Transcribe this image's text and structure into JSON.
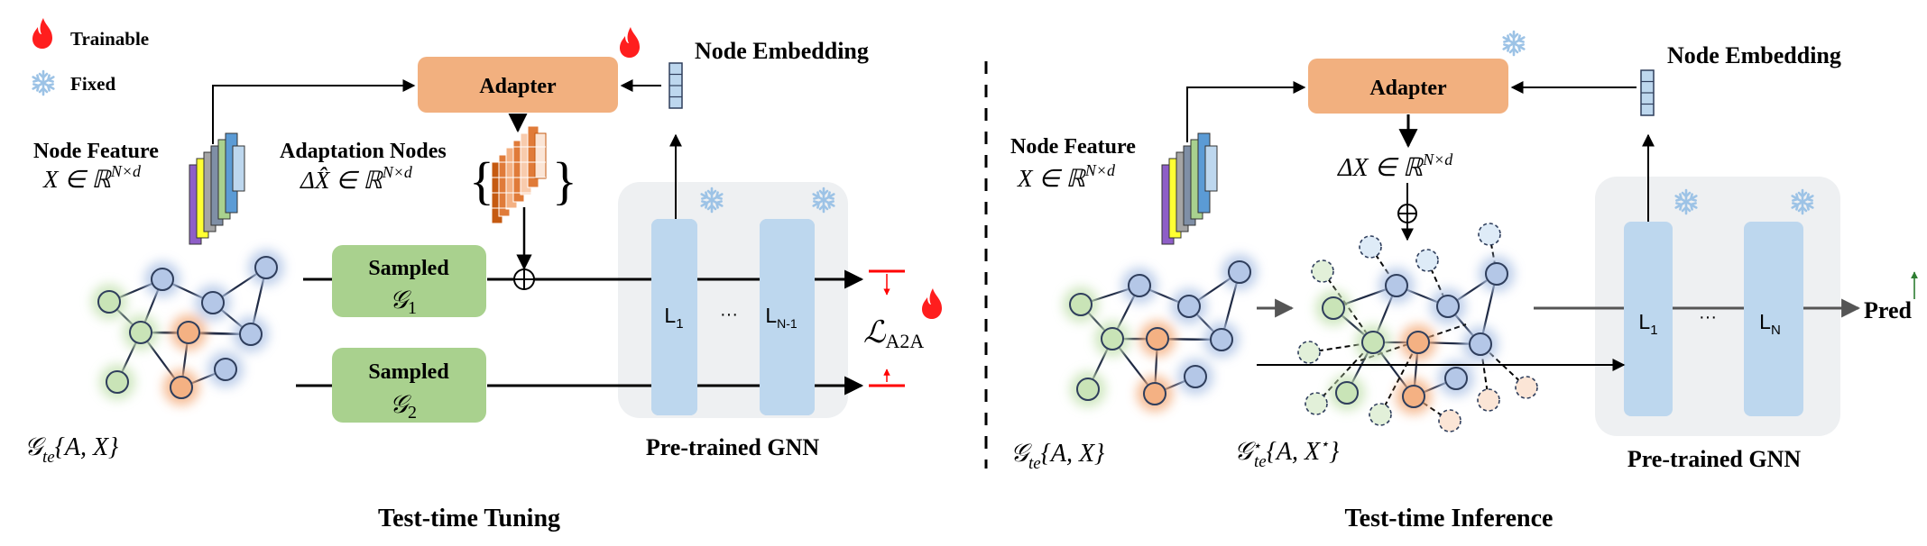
{
  "legend": {
    "trainable": "Trainable",
    "fixed": "Fixed"
  },
  "left": {
    "adapter_label": "Adapter",
    "node_embedding_label": "Node Embedding",
    "node_feature_label": "Node Feature",
    "node_feature_math": "X ∈ ℝ",
    "node_feature_sup": "N×d",
    "adaptation_nodes_label": "Adaptation Nodes",
    "adaptation_math": "ΔX̂ ∈ ℝ",
    "adaptation_sup": "N×d",
    "sampled1_label": "Sampled",
    "sampled1_math": "𝒢",
    "sampled1_sub": "1",
    "sampled2_label": "Sampled",
    "sampled2_math": "𝒢",
    "sampled2_sub": "2",
    "layer1_label": "L",
    "layer1_sub": "1",
    "ellipsis": "···",
    "layerN_label": "L",
    "layerN_sub": "N-1",
    "loss_math": "ℒ",
    "loss_sub": "A2A",
    "gnn_label": "Pre-trained GNN",
    "graph_label_main": "𝒢",
    "graph_label_sub": "te",
    "graph_label_rest": "{A, X}",
    "section_title": "Test-time Tuning"
  },
  "right": {
    "adapter_label": "Adapter",
    "node_embedding_label": "Node Embedding",
    "node_feature_label": "Node Feature",
    "node_feature_math": "X ∈ ℝ",
    "node_feature_sup": "N×d",
    "delta_math": "ΔX ∈ ℝ",
    "delta_sup": "N×d",
    "layer1_label": "L",
    "layer1_sub": "1",
    "ellipsis": "···",
    "layerN_label": "L",
    "layerN_sub": "N",
    "pred_label": "Pred",
    "gnn_label": "Pre-trained GNN",
    "graph_label_main": "𝒢",
    "graph_label_sub": "te",
    "graph_label_rest": "{A, X}",
    "graph2_label_main": "𝒢",
    "graph2_label_sub": "te",
    "graph2_label_sup": "⋆",
    "graph2_label_rest": "{A, X",
    "graph2_label_sup2": "⋆",
    "graph2_label_close": "}",
    "section_title": "Test-time Inference"
  },
  "colors": {
    "adapter": "#F2B07F",
    "sampled": "#A9D18E",
    "layer": "#BDD7EE",
    "gnn_bg": "#EEF0F2",
    "fire": "#FF1E1E",
    "snow": "#9DC3E6",
    "node_green": "#C9E4B7",
    "node_orange": "#F4B183",
    "node_blue": "#B4C7E7",
    "loss_red": "#FF0000",
    "pred_arrow": "#2E7D32"
  }
}
